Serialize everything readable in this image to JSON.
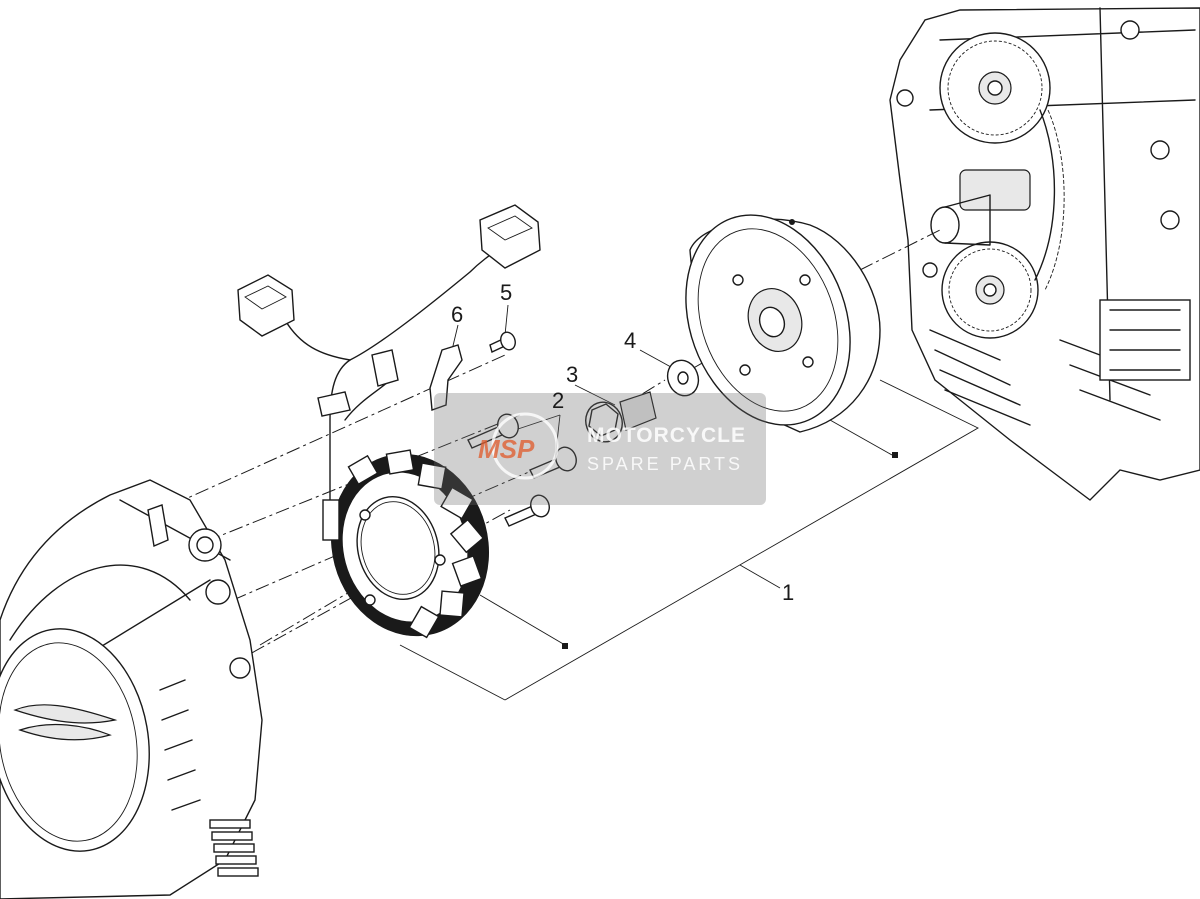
{
  "callouts": [
    {
      "id": "1",
      "label": "1"
    },
    {
      "id": "2",
      "label": "2"
    },
    {
      "id": "3",
      "label": "3"
    },
    {
      "id": "4",
      "label": "4"
    },
    {
      "id": "5",
      "label": "5"
    },
    {
      "id": "6",
      "label": "6"
    }
  ],
  "watermark": {
    "logo": "MSP",
    "line1": "MOTORCYCLE",
    "line2": "SPARE PARTS",
    "logo_color": "#e05a2a"
  }
}
